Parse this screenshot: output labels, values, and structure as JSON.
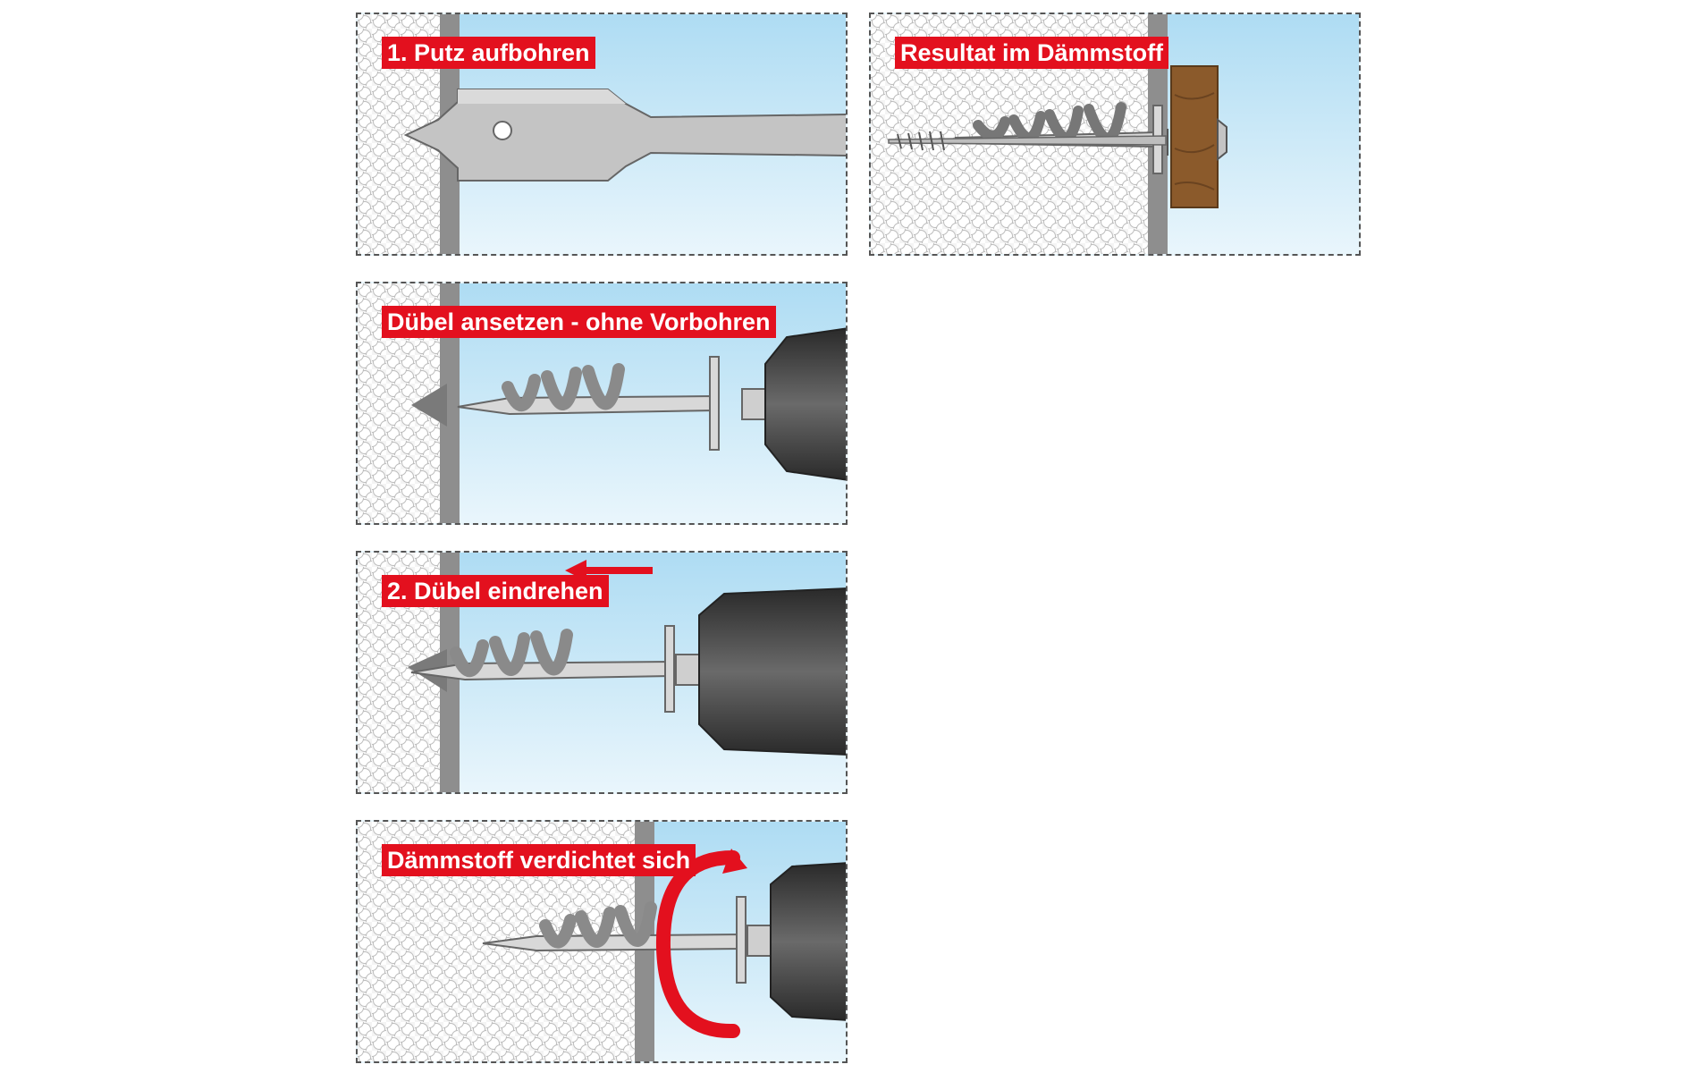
{
  "panels": [
    {
      "id": "step-drill-plaster",
      "label": "1. Putz aufbohren"
    },
    {
      "id": "result-insulation",
      "label": "Resultat im Dämmstoff"
    },
    {
      "id": "step-set-anchor",
      "label": "Dübel ansetzen - ohne Vorbohren"
    },
    {
      "id": "step-screw-anchor",
      "label": "2. Dübel eindrehen"
    },
    {
      "id": "step-compress",
      "label": "Dämmstoff verdichtet sich"
    }
  ],
  "colors": {
    "label_bg": "#e3101e",
    "label_text": "#ffffff",
    "insulation": "#f2f2f2",
    "plaster": "#8e8e8e",
    "sky": "#bfe4f5",
    "metal": "#c9c9c9",
    "drill": "#3a3a3a",
    "wood": "#8b5a2b"
  },
  "icons": [
    "flat-wood-drill-bit-icon",
    "helix-insulation-anchor-icon",
    "drill-chuck-icon",
    "screw-icon",
    "wood-batten-icon",
    "rotation-arrow-icon",
    "direction-arrow-icon"
  ]
}
